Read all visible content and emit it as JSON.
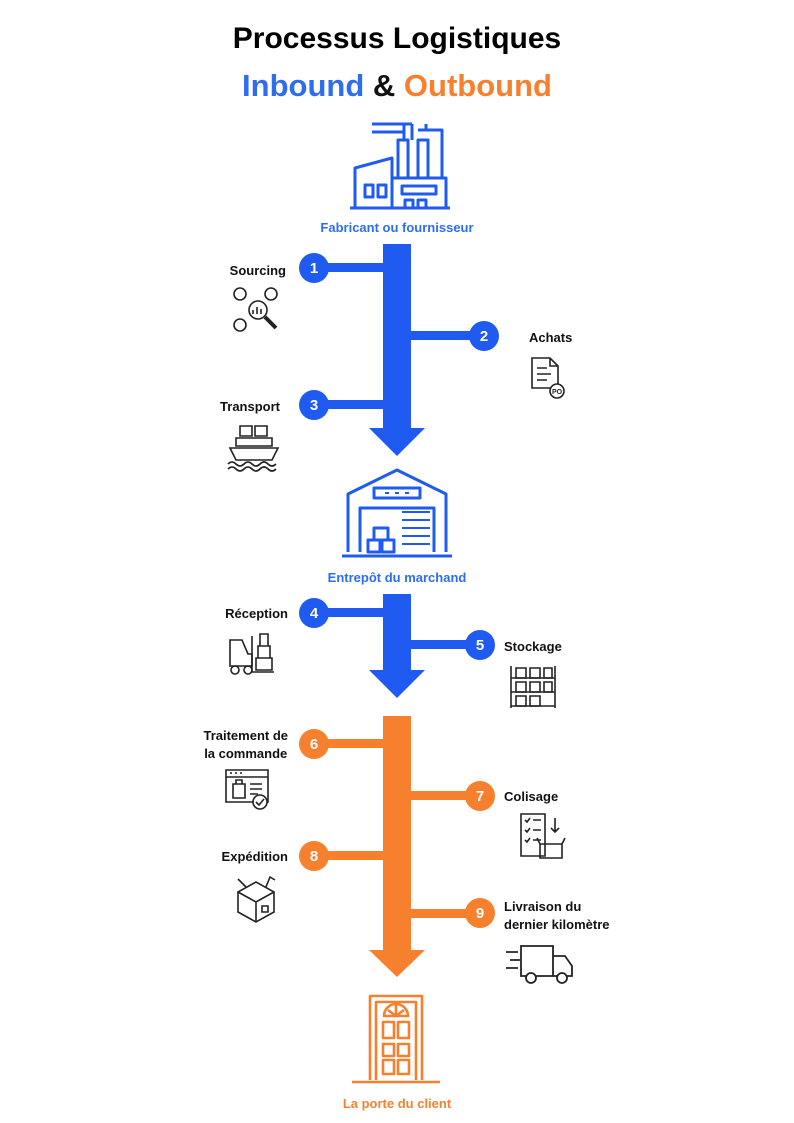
{
  "header": {
    "title": "Processus Logistiques",
    "subtitle_inbound": "Inbound",
    "subtitle_amp": "&",
    "subtitle_outbound": "Outbound"
  },
  "colors": {
    "inbound": "#1f5bf0",
    "outbound": "#f7802e",
    "text_inbound": "#2f6df0"
  },
  "locations": {
    "start": {
      "label": "Fabricant ou fournisseur",
      "icon": "factory-icon"
    },
    "middle": {
      "label": "Entrepôt du marchand",
      "icon": "warehouse-icon"
    },
    "end": {
      "label": "La porte du client",
      "icon": "door-icon"
    }
  },
  "steps": [
    {
      "number": "1",
      "label": "Sourcing",
      "icon": "sourcing-search-icon"
    },
    {
      "number": "2",
      "label": "Achats",
      "icon": "purchase-order-icon"
    },
    {
      "number": "3",
      "label": "Transport",
      "icon": "cargo-ship-icon"
    },
    {
      "number": "4",
      "label": "Réception",
      "icon": "forklift-icon"
    },
    {
      "number": "5",
      "label": "Stockage",
      "icon": "storage-shelves-icon"
    },
    {
      "number": "6",
      "label_line1": "Traitement de",
      "label_line2": "la commande",
      "icon": "online-order-icon"
    },
    {
      "number": "7",
      "label": "Colisage",
      "icon": "packing-checklist-icon"
    },
    {
      "number": "8",
      "label": "Expédition",
      "icon": "package-box-icon"
    },
    {
      "number": "9",
      "label_line1": "Livraison du",
      "label_line2": "dernier kilomètre",
      "icon": "delivery-truck-icon"
    }
  ]
}
